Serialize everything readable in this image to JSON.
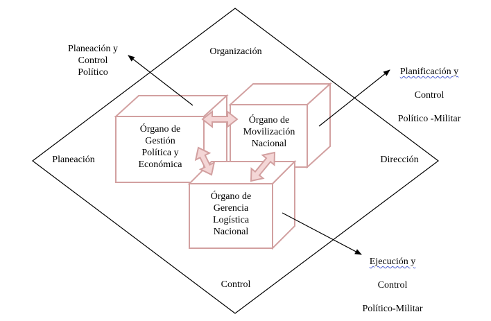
{
  "colors": {
    "box_stroke": "#d2a0a0",
    "arrow_fill": "#f4d6d6",
    "line": "#000000"
  },
  "quadrants": {
    "top": "Organización",
    "left": "Planeación",
    "right": "Dirección",
    "bottom": "Control"
  },
  "boxes": {
    "gestion": "Órgano de\nGestión\nPolítica y\nEconómica",
    "movilizacion": "Órgano de\nMovilización\nNacional",
    "gerencia": "Órgano de\nGerencia\nLogística\nNacional"
  },
  "outputs": {
    "planeacion_control": "Planeación y\nControl\nPolítico",
    "planificacion": {
      "line1": "Planificación  y",
      "line2": "Control",
      "line3": "Político -Militar"
    },
    "ejecucion": {
      "line1": "Ejecución  y",
      "line2": "Control",
      "line3": "Político-Militar"
    }
  }
}
